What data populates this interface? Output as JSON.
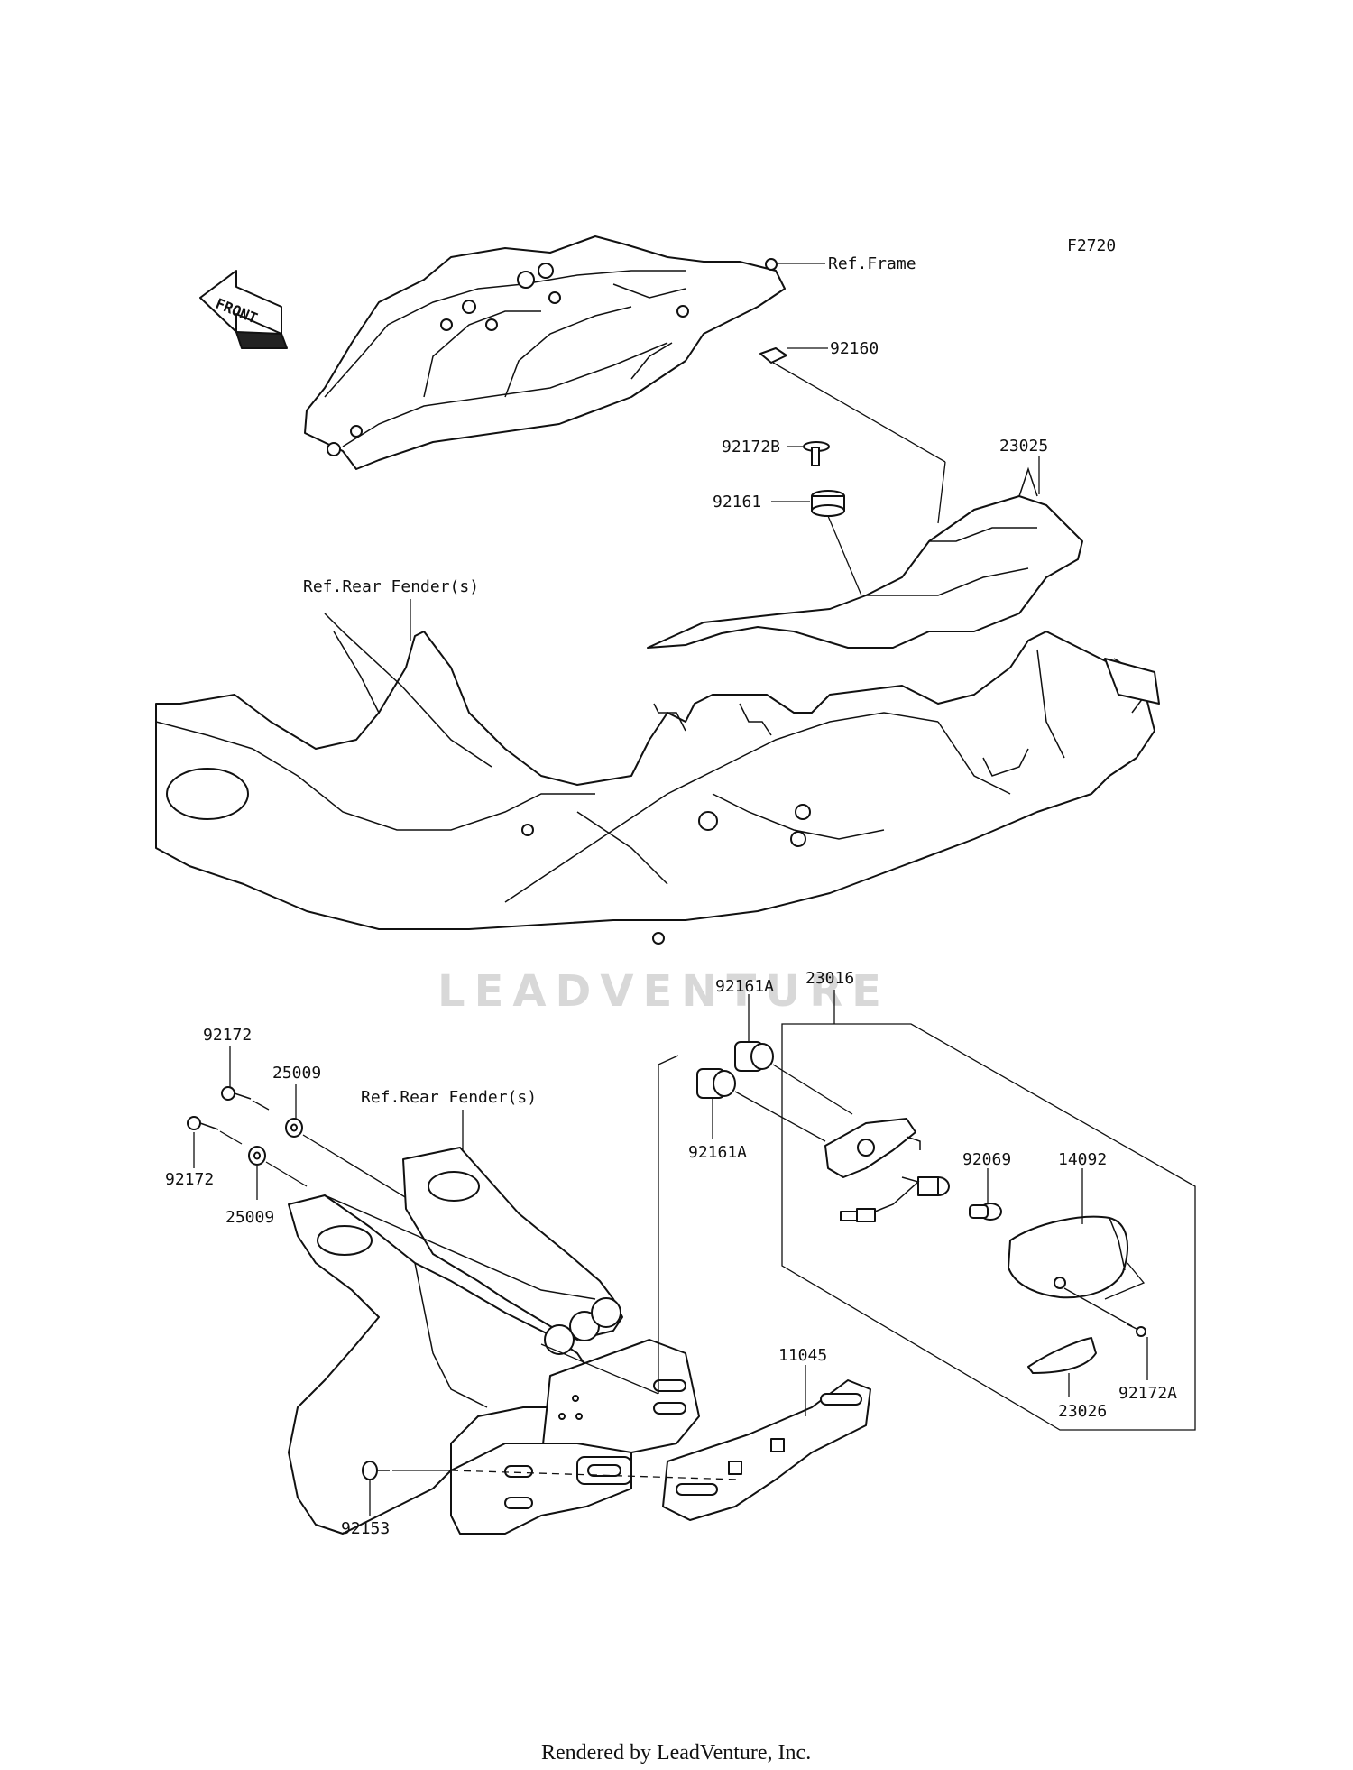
{
  "figure_code": "F2720",
  "front_label": "FRONT",
  "watermark": "LEADVENTURE",
  "footer": "Rendered by LeadVenture, Inc.",
  "callouts": {
    "ref_frame": "Ref.Frame",
    "p92160": "92160",
    "p92172B": "92172B",
    "p23025": "23025",
    "p92161": "92161",
    "ref_rear_fender_top": "Ref.Rear Fender(s)",
    "p23016": "23016",
    "p92161A_top": "92161A",
    "p92161A_bottom": "92161A",
    "p92172_top": "92172",
    "p92172_bottom": "92172",
    "p25009_top": "25009",
    "p25009_bottom": "25009",
    "ref_rear_fender_bottom": "Ref.Rear Fender(s)",
    "p92069": "92069",
    "p14092": "14092",
    "p11045": "11045",
    "p92172A": "92172A",
    "p23026": "23026",
    "p92153": "92153"
  }
}
